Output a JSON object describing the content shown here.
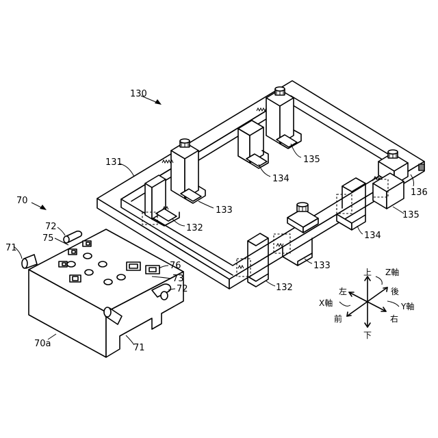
{
  "labels": {
    "ref_130": "130",
    "ref_131": "131",
    "ref_133_back": "133",
    "ref_134_back": "134",
    "ref_135_back": "135",
    "ref_132_top": "132",
    "ref_136": "136",
    "ref_135_front": "135",
    "ref_134_front": "134",
    "ref_133_front": "133",
    "ref_132_front": "132",
    "ref_70": "70",
    "ref_72_left": "72",
    "ref_75": "75",
    "ref_71_left": "71",
    "ref_76": "76",
    "ref_73": "73",
    "ref_72_right": "72",
    "ref_70a": "70a",
    "ref_71_bottom": "71"
  },
  "directions": {
    "up": "上",
    "down": "下",
    "left": "左",
    "right": "右",
    "front": "前",
    "back": "後",
    "x_axis": "X軸",
    "y_axis": "Y軸",
    "z_axis": "Z軸"
  }
}
